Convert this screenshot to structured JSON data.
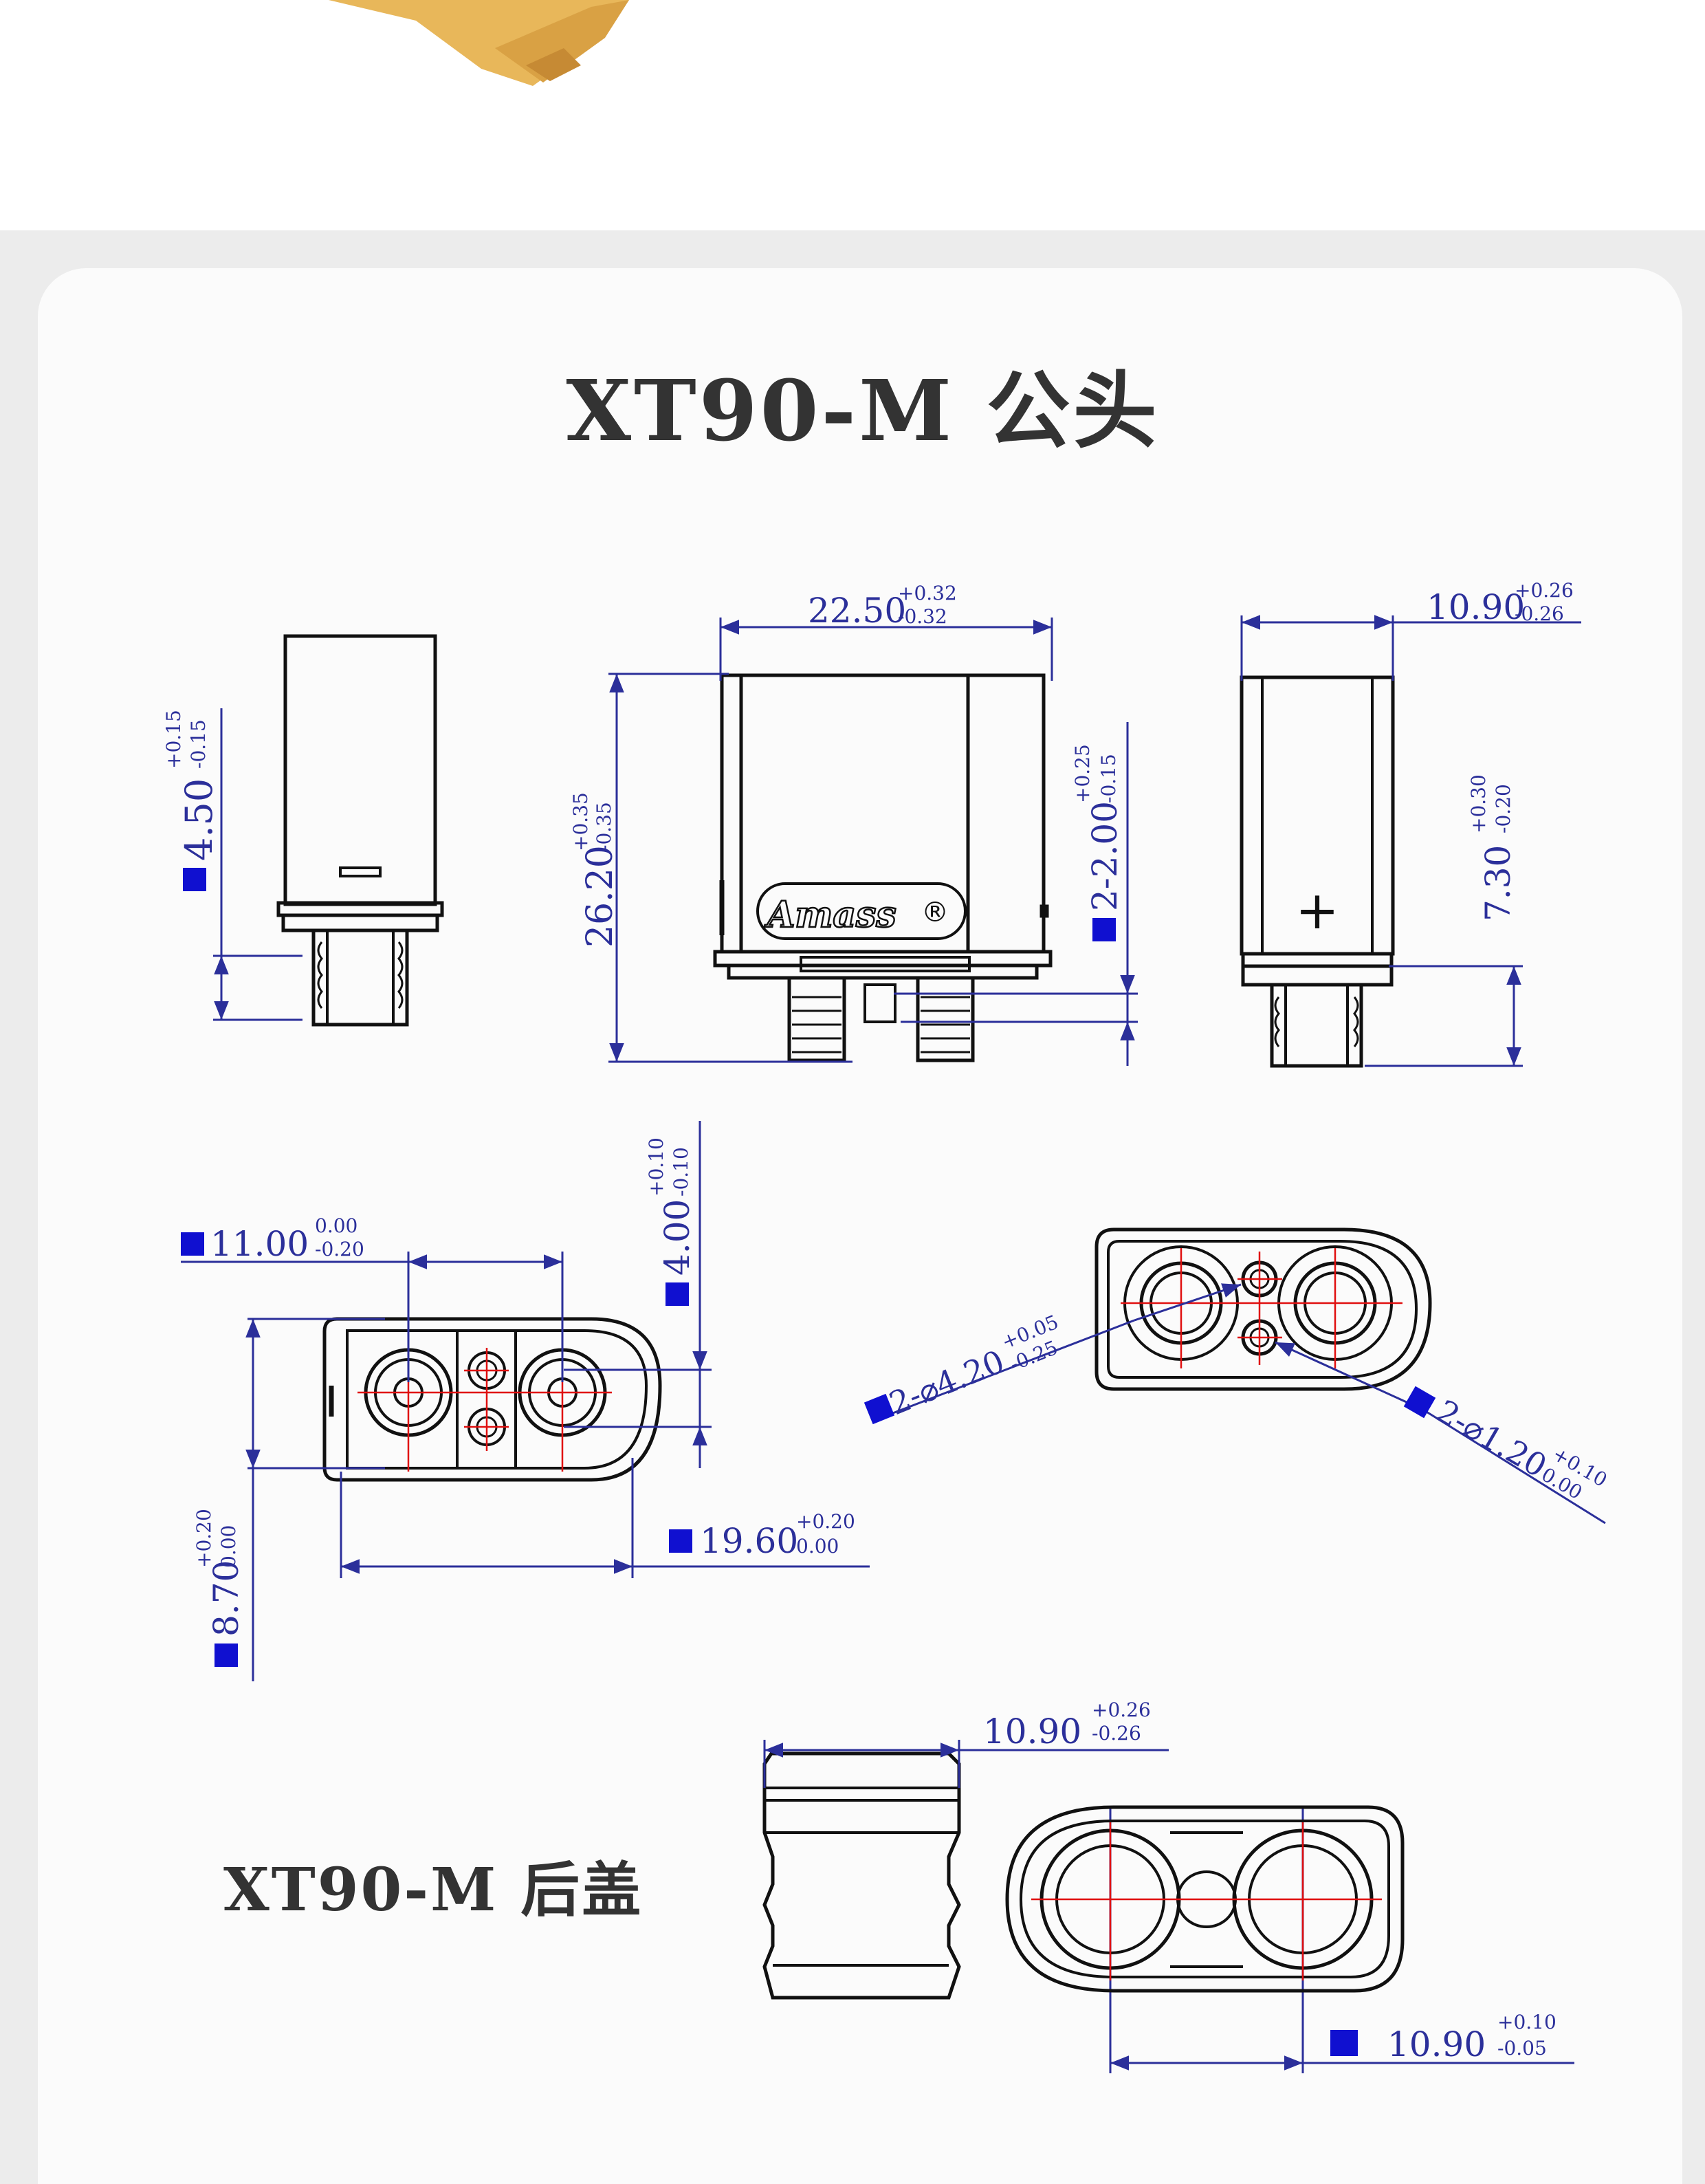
{
  "titles": {
    "main": "XT90-M 公头",
    "rear_cover": "XT90-M 后盖"
  },
  "brand": {
    "logo_text": "Amass",
    "registered_mark": "®",
    "polarity_mark": "+"
  },
  "dimensions": {
    "side_left_height": {
      "value": "4.50",
      "upper": "+0.15",
      "lower": "-0.15"
    },
    "front_width": {
      "value": "22.50",
      "upper": "+0.32",
      "lower": "-0.32"
    },
    "front_height": {
      "value": "26.20",
      "upper": "+0.35",
      "lower": "-0.35"
    },
    "front_pin": {
      "value": "2-2.00",
      "upper": "+0.25",
      "lower": "-0.15"
    },
    "side_right_width": {
      "value": "10.90",
      "upper": "+0.26",
      "lower": "-0.26"
    },
    "side_right_height": {
      "value": "7.30",
      "upper": "+0.30",
      "lower": "-0.20"
    },
    "bottom_pin_spacing": {
      "value": "11.00",
      "upper": "0.00",
      "lower": "-0.20"
    },
    "bottom_depth": {
      "value": "4.00",
      "upper": "+0.10",
      "lower": "-0.10"
    },
    "bottom_height": {
      "value": "8.70",
      "upper": "+0.20",
      "lower": "0.00"
    },
    "bottom_length": {
      "value": "19.60",
      "upper": "+0.20",
      "lower": "0.00"
    },
    "hole_large": {
      "value": "2-⌀4.20",
      "upper": "+0.05",
      "lower": "-0.25"
    },
    "hole_small": {
      "value": "2-⌀1.20",
      "upper": "+0.10",
      "lower": "0.00"
    },
    "cover_width": {
      "value": "10.90",
      "upper": "+0.26",
      "lower": "-0.26"
    },
    "cover_spacing": {
      "value": "10.90",
      "upper": "+0.10",
      "lower": "-0.05"
    }
  },
  "colors": {
    "outline": "#111111",
    "dimension": "#2b2f9a",
    "marker": "#1010d0",
    "centerline": "#e01010",
    "product": "#e8b75a"
  }
}
